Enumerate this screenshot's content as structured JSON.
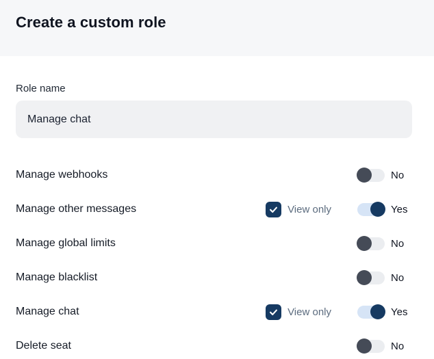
{
  "header": {
    "title": "Create a custom role"
  },
  "form": {
    "role_name_label": "Role name",
    "role_name_value": "Manage chat"
  },
  "permissions": {
    "view_only_label": "View only",
    "rows": [
      {
        "label": "Manage webhooks",
        "view_only": false,
        "enabled": false,
        "state_label": "No"
      },
      {
        "label": "Manage other messages",
        "view_only": true,
        "enabled": true,
        "state_label": "Yes"
      },
      {
        "label": "Manage global limits",
        "view_only": false,
        "enabled": false,
        "state_label": "No"
      },
      {
        "label": "Manage blacklist",
        "view_only": false,
        "enabled": false,
        "state_label": "No"
      },
      {
        "label": "Manage chat",
        "view_only": true,
        "enabled": true,
        "state_label": "Yes"
      },
      {
        "label": "Delete seat",
        "view_only": false,
        "enabled": false,
        "state_label": "No"
      }
    ]
  },
  "colors": {
    "header_bg": "#f6f7f9",
    "title_text": "#0f1420",
    "input_bg": "#f0f1f3",
    "checkbox_fill": "#163a62",
    "toggle_on_track": "#d6e4f6",
    "toggle_on_knob": "#163a62",
    "toggle_off_track": "#ebedf0",
    "toggle_off_knob": "#454b57",
    "view_only_text": "#5b6b7e"
  }
}
